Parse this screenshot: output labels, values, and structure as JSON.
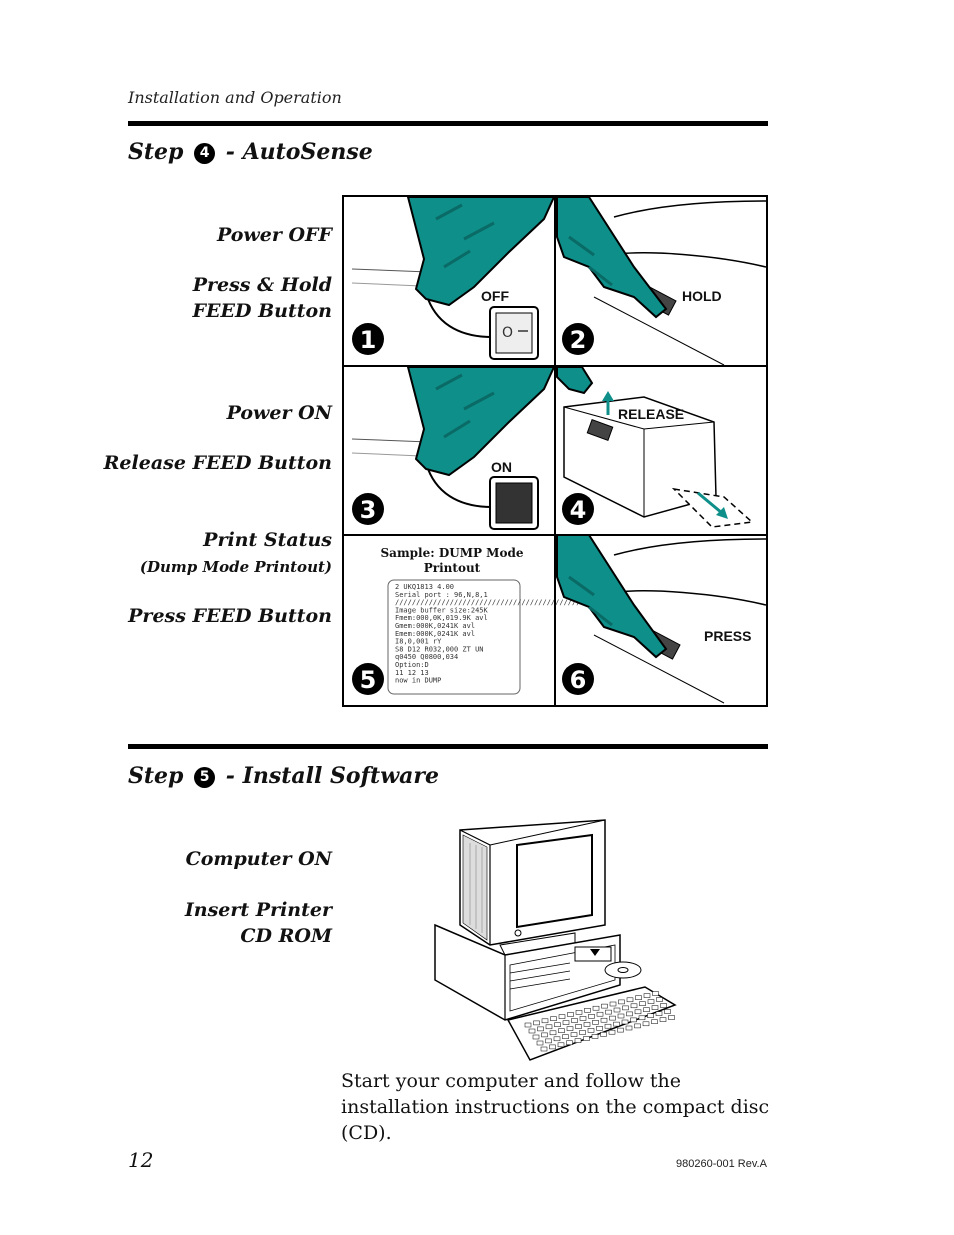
{
  "header": {
    "section_label": "Installation and Operation"
  },
  "step4": {
    "prefix": "Step",
    "number_glyph": "4",
    "title": "- AutoSense",
    "labels": {
      "power_off": "Power OFF",
      "press_hold_1": "Press & Hold",
      "press_hold_2": "FEED Button",
      "power_on": "Power ON",
      "release_feed": "Release FEED Button",
      "print_status": "Print Status",
      "dump_mode": "(Dump Mode Printout)",
      "press_feed": "Press FEED Button"
    },
    "panels": [
      {
        "num": "1",
        "label": "OFF"
      },
      {
        "num": "2",
        "label": "HOLD"
      },
      {
        "num": "3",
        "label": "ON"
      },
      {
        "num": "4",
        "label": "RELEASE"
      },
      {
        "num": "5",
        "label": ""
      },
      {
        "num": "6",
        "label": "PRESS"
      }
    ],
    "sample": {
      "caption_1": "Sample: DUMP Mode",
      "caption_2": "Printout",
      "lines": [
        "2 UKQ1813  4.00",
        "Serial port : 96,N,8,1",
        "////////////////////////////////////////////",
        "Image buffer size:245K",
        "Fmem:000,0K,019.9K avl",
        "Gmem:000K,0241K avl",
        "Emem:000K,0241K avl",
        "I8,0,001  rY",
        "S8 D12 R032,000 ZT UN",
        "q0450 Q0800,034",
        "Option:D",
        "11 12 13",
        "now in DUMP"
      ]
    }
  },
  "step5": {
    "prefix": "Step",
    "number_glyph": "5",
    "title": "- Install Software",
    "labels": {
      "computer_on": "Computer ON",
      "insert_1": "Insert Printer",
      "insert_2": "CD ROM"
    },
    "body_text": "Start your computer and follow the installation instructions on the compact disc (CD)."
  },
  "footer": {
    "page_number": "12",
    "doc_rev": "980260-001 Rev.A"
  },
  "colors": {
    "accent": "#0f8f89",
    "ink": "#000000"
  }
}
